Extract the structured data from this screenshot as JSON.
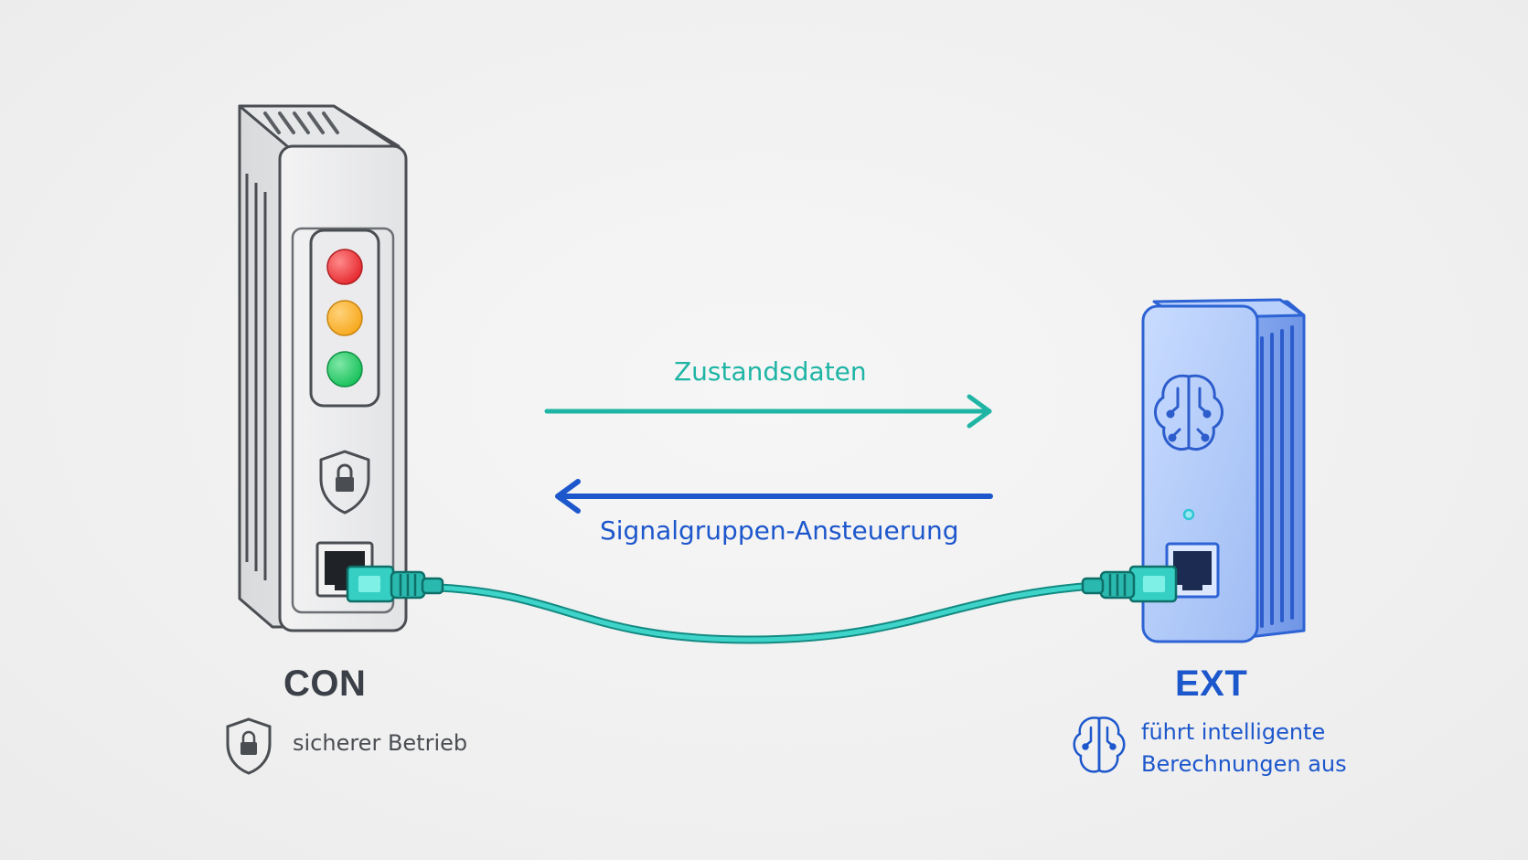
{
  "arrows": {
    "forward": {
      "label": "Zustandsdaten",
      "color": "#1fb5a5"
    },
    "backward": {
      "label": "Signalgruppen-Ansteuerung",
      "color": "#1d57cc"
    }
  },
  "devices": {
    "con": {
      "title": "CON",
      "title_color": "#3b4048",
      "note": "sicherer Betrieb",
      "note_icon": "shield-lock-icon",
      "lights": [
        "#e5282e",
        "#f7a81c",
        "#17c15a"
      ]
    },
    "ext": {
      "title": "EXT",
      "title_color": "#1d57cc",
      "note_line1": "führt intelligente",
      "note_line2": "Berechnungen aus",
      "note_icon": "brain-circuit-icon",
      "status_led_color": "#2fc6d6"
    }
  },
  "cable": {
    "color": "#22bdb3"
  }
}
